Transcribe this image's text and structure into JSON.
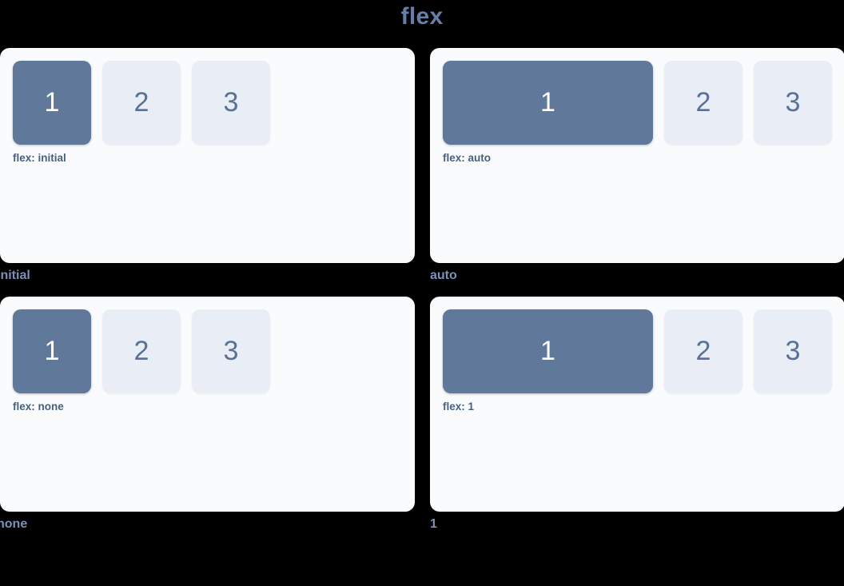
{
  "page": {
    "title": "flex",
    "background_color": "#000000",
    "title_color": "#647fa8"
  },
  "theme": {
    "panel_bg": "#fafbfd",
    "primary_box_bg": "#607899",
    "primary_box_text": "#ffffff",
    "muted_box_bg": "#e9edf5",
    "muted_box_text": "#5a7196",
    "code_label_color": "#48607f",
    "caption_color": "#7b92b8"
  },
  "demos": [
    {
      "caption": "initial",
      "code_label": "flex: initial",
      "mode": "initial",
      "boxes": [
        {
          "label": "1",
          "style": "primary"
        },
        {
          "label": "2",
          "style": "muted"
        },
        {
          "label": "3",
          "style": "muted"
        }
      ]
    },
    {
      "caption": "auto",
      "code_label": "flex: auto",
      "mode": "auto",
      "boxes": [
        {
          "label": "1",
          "style": "primary"
        },
        {
          "label": "2",
          "style": "muted"
        },
        {
          "label": "3",
          "style": "muted"
        }
      ]
    },
    {
      "caption": "none",
      "code_label": "flex: none",
      "mode": "none",
      "boxes": [
        {
          "label": "1",
          "style": "primary"
        },
        {
          "label": "2",
          "style": "muted"
        },
        {
          "label": "3",
          "style": "muted"
        }
      ]
    },
    {
      "caption": "1",
      "code_label": "flex: 1",
      "mode": "one",
      "boxes": [
        {
          "label": "1",
          "style": "primary"
        },
        {
          "label": "2",
          "style": "muted"
        },
        {
          "label": "3",
          "style": "muted"
        }
      ]
    }
  ]
}
